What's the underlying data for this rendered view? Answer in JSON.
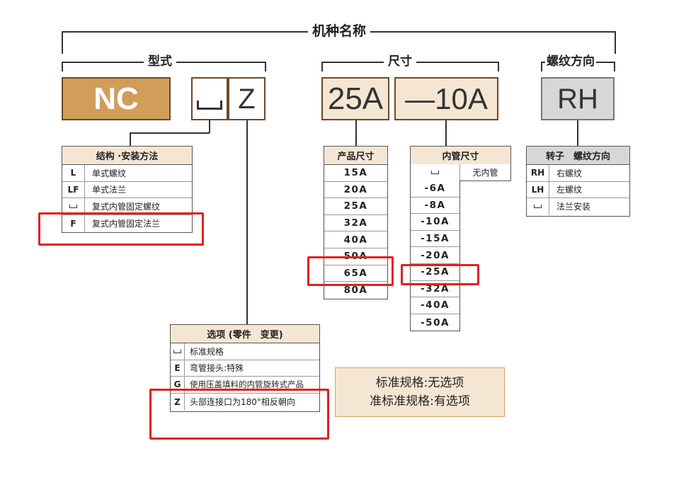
{
  "title": "机种名称",
  "groups": {
    "type": "型式",
    "size": "尺寸",
    "thread": "螺纹方向"
  },
  "codes": {
    "nc": "NC",
    "blank": "",
    "z": "Z",
    "a25": "25A",
    "a10": "—10A",
    "rh": "RH"
  },
  "colors": {
    "nc_fill": "#d19e5a",
    "size_fill": "#f5e6d3",
    "rh_fill": "#d7d7d7",
    "highlight": "#e02020"
  },
  "structure_table": {
    "header": "结构 ·安装方法",
    "rows": [
      {
        "code": "L",
        "desc": "单式螺纹"
      },
      {
        "code": "LF",
        "desc": "单式法兰"
      },
      {
        "code": "",
        "desc": "复式内管固定螺纹",
        "code_icon": "blank-space-icon"
      },
      {
        "code": "F",
        "desc": "复式内管固定法兰"
      }
    ]
  },
  "product_size_table": {
    "header": "产品尺寸",
    "values": [
      "15A",
      "20A",
      "25A",
      "32A",
      "40A",
      "50A",
      "65A",
      "80A"
    ]
  },
  "inner_pipe_table": {
    "header": "内管尺寸",
    "none_label": "无内管",
    "values": [
      "",
      "-6A",
      "-8A",
      "-10A",
      "-15A",
      "-20A",
      "-25A",
      "-32A",
      "-40A",
      "-50A"
    ]
  },
  "rotor_table": {
    "header": "转子　螺纹方向",
    "rows": [
      {
        "code": "RH",
        "desc": "右螺纹"
      },
      {
        "code": "LH",
        "desc": "左螺纹"
      },
      {
        "code": "",
        "desc": "法兰安装",
        "code_icon": "blank-space-icon"
      }
    ]
  },
  "options_table": {
    "header": "选项 (零件　变更)",
    "rows": [
      {
        "code": "",
        "desc": "标准规格",
        "code_icon": "blank-space-icon"
      },
      {
        "code": "E",
        "desc": "弯管接头:特殊"
      },
      {
        "code": "G",
        "desc": "使用压盖填料的内管旋转式产品"
      },
      {
        "code": "Z",
        "desc": "头部连接口为180°相反朝向"
      }
    ]
  },
  "note": {
    "line1": "标准规格:无选项",
    "line2": "准标准规格:有选项"
  }
}
